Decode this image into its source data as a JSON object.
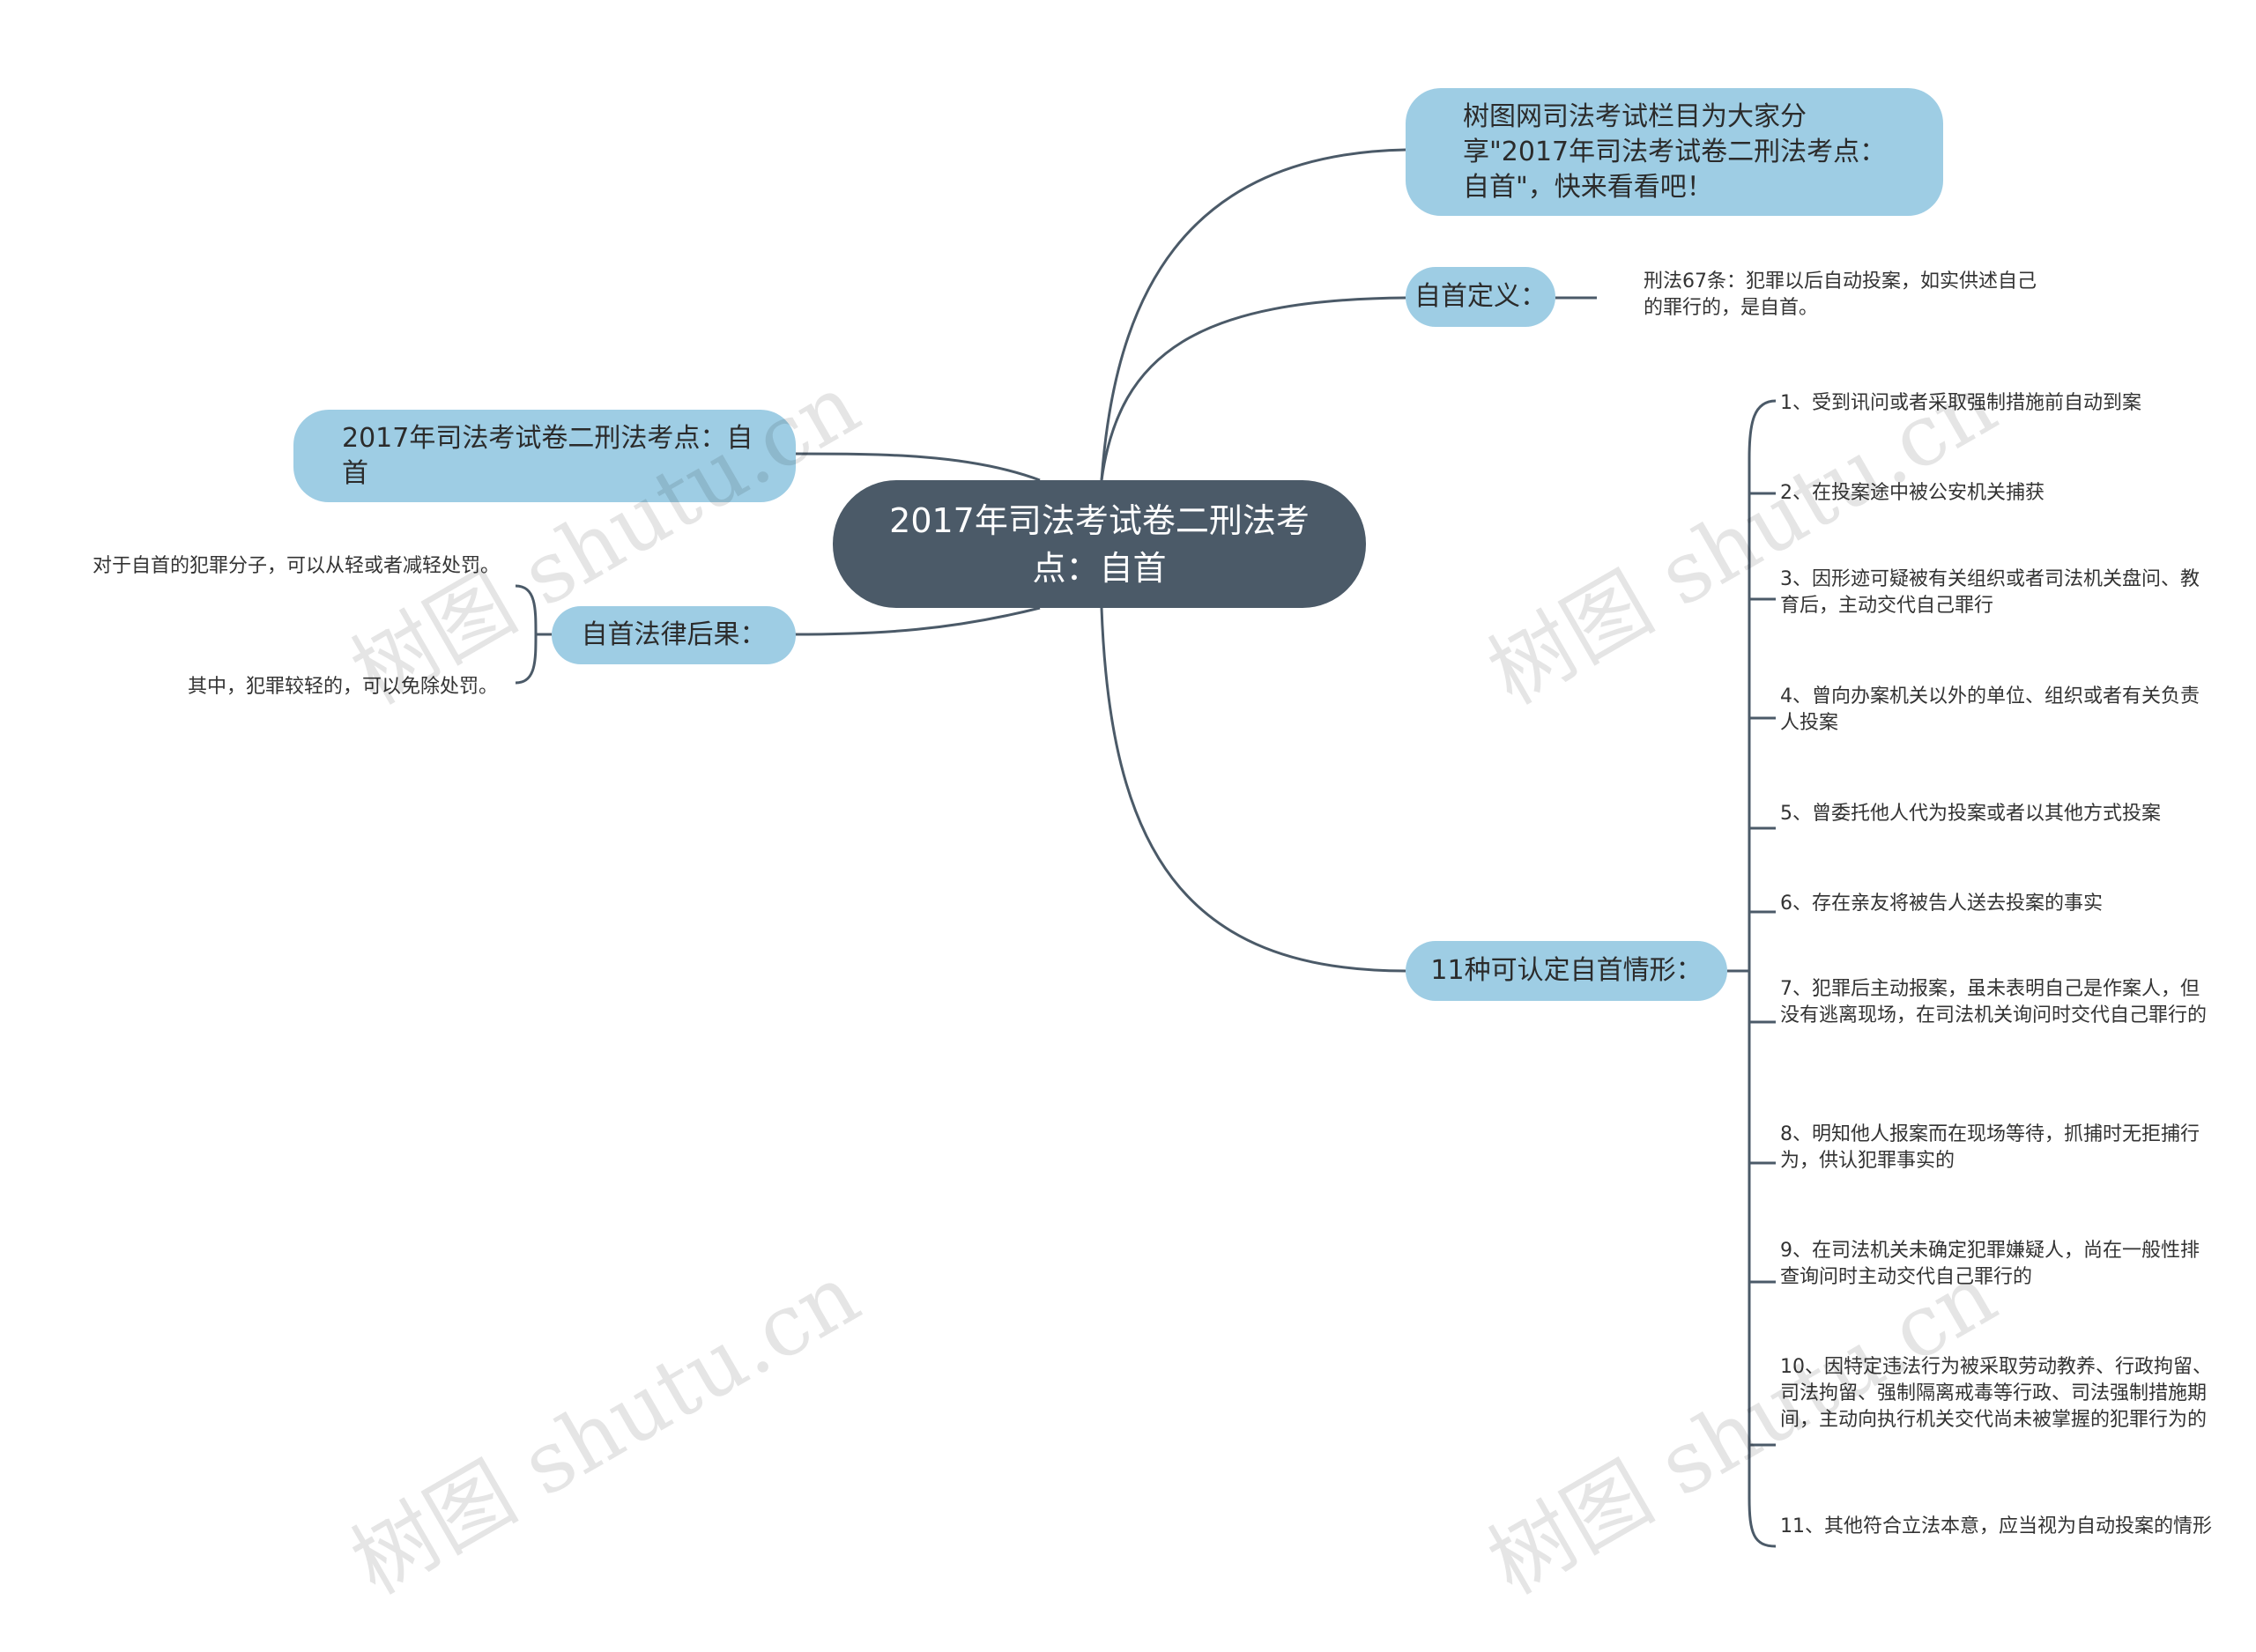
{
  "root": {
    "label": "2017年司法考试卷二刑法考点：自首"
  },
  "left": {
    "title_node": {
      "label": "2017年司法考试卷二刑法考点：自首"
    },
    "consequence": {
      "label": "自首法律后果：",
      "children": [
        "对于自首的犯罪分子，可以从轻或者减轻处罚。",
        "其中，犯罪较轻的，可以免除处罚。"
      ]
    }
  },
  "right": {
    "intro": {
      "label": "树图网司法考试栏目为大家分享\"2017年司法考试卷二刑法考点：自首\"，快来看看吧！"
    },
    "definition": {
      "label": "自首定义：",
      "child": "刑法67条：犯罪以后自动投案，如实供述自己的罪行的，是自首。"
    },
    "cases": {
      "label": "11种可认定自首情形：",
      "items": [
        "1、受到讯问或者采取强制措施前自动到案",
        "2、在投案途中被公安机关捕获",
        "3、因形迹可疑被有关组织或者司法机关盘问、教育后，主动交代自己罪行",
        "4、曾向办案机关以外的单位、组织或者有关负责人投案",
        "5、曾委托他人代为投案或者以其他方式投案",
        "6、存在亲友将被告人送去投案的事实",
        "7、犯罪后主动报案，虽未表明自己是作案人，但没有逃离现场，在司法机关询问时交代自己罪行的",
        "8、明知他人报案而在现场等待，抓捕时无拒捕行为，供认犯罪事实的",
        "9、在司法机关未确定犯罪嫌疑人，尚在一般性排查询问时主动交代自己罪行的",
        "10、因特定违法行为被采取劳动教养、行政拘留、司法拘留、强制隔离戒毒等行政、司法强制措施期间，主动向执行机关交代尚未被掌握的犯罪行为的",
        "11、其他符合立法本意，应当视为自动投案的情形"
      ]
    }
  },
  "watermark": "树图 shutu.cn",
  "colors": {
    "root_fill": "#4b5a68",
    "topic_fill": "#9ecde4",
    "line": "#4b5a68"
  }
}
